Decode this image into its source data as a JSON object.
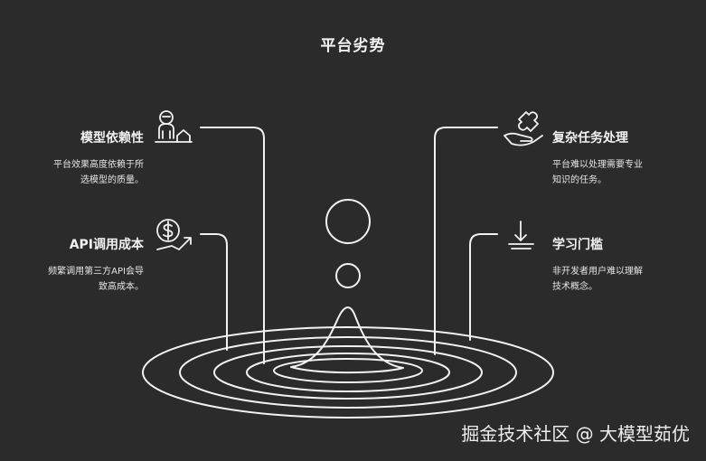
{
  "title": "平台劣势",
  "blocks": [
    {
      "heading": "模型依赖性",
      "desc_lines": [
        "平台效果高度依赖于所",
        "选模型的质量。"
      ],
      "icon": "person-house-icon"
    },
    {
      "heading": "API调用成本",
      "desc_lines": [
        "频繁调用第三方API会导",
        "致高成本。"
      ],
      "icon": "dollar-growth-icon"
    },
    {
      "heading": "复杂任务处理",
      "desc_lines": [
        "平台难以处理需要专业",
        "知识的任务。"
      ],
      "icon": "puzzle-hand-icon"
    },
    {
      "heading": "学习门槛",
      "desc_lines": [
        "非开发者用户难以理解",
        "技术概念。"
      ],
      "icon": "lower-bar-icon"
    }
  ],
  "watermark": "掘金技术社区 @ 大模型茹优",
  "colors": {
    "background": "#2b2b2b",
    "line": "#f2f2f2"
  }
}
